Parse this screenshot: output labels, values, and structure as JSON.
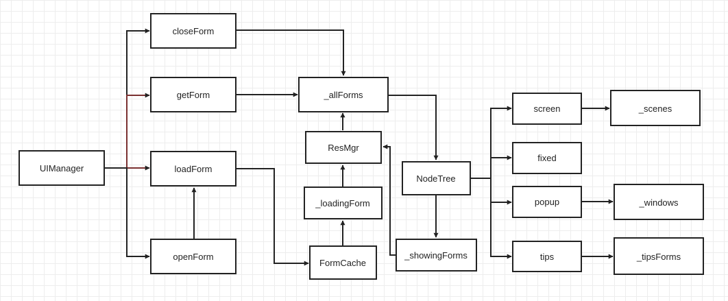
{
  "nodes": {
    "ui_manager": "UIManager",
    "close_form": "closeForm",
    "get_form": "getForm",
    "load_form": "loadForm",
    "open_form": "openForm",
    "all_forms": "_allForms",
    "res_mgr": "ResMgr",
    "loading_form": "_loadingForm",
    "form_cache": "FormCache",
    "node_tree": "NodeTree",
    "showing_forms": "_showingForms",
    "screen": "screen",
    "fixed": "fixed",
    "popup": "popup",
    "tips": "tips",
    "scenes": "_scenes",
    "windows": "_windows",
    "tips_forms": "_tipsForms"
  },
  "colors": {
    "stroke": "#222222",
    "highlight_edge": "#7a3030",
    "grid": "#ededed",
    "node_fill": "#ffffff"
  }
}
